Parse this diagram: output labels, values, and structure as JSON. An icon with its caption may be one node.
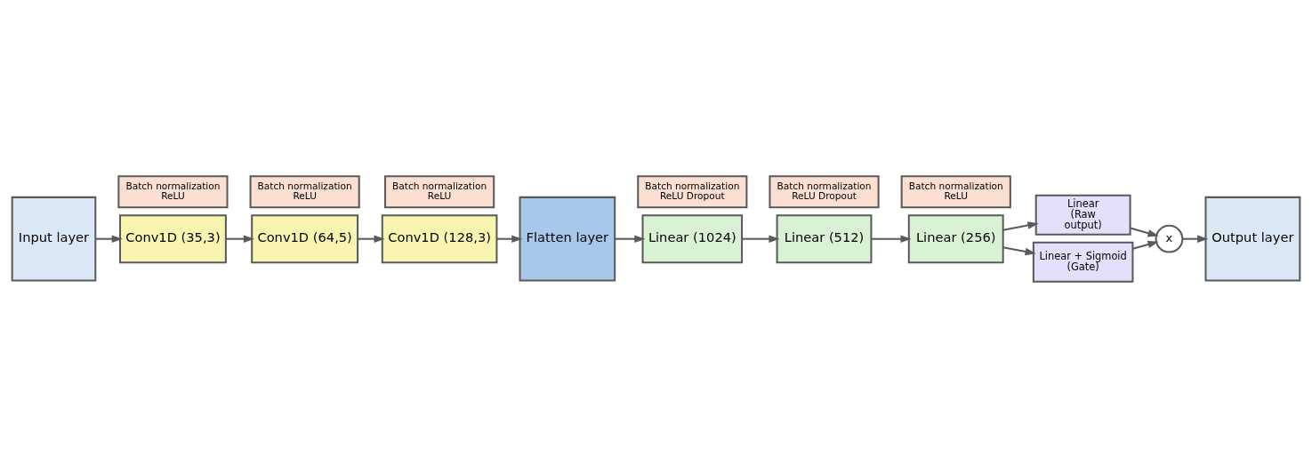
{
  "diagram": {
    "nodes": [
      {
        "text": [
          "Input layer"
        ]
      },
      {
        "text": [
          "Conv1D (35,3)"
        ]
      },
      {
        "text": [
          "Batch normalization ReLU"
        ]
      },
      {
        "text": [
          "Conv1D (64,5)"
        ]
      },
      {
        "text": [
          "Batch normalization ReLU"
        ]
      },
      {
        "text": [
          "Conv1D (128,3)"
        ]
      },
      {
        "text": [
          "Batch normalization ReLU"
        ]
      },
      {
        "text": [
          "Flatten layer"
        ]
      },
      {
        "text": [
          "Linear (1024)"
        ]
      },
      {
        "text": [
          "Batch normalization ReLU Dropout"
        ]
      },
      {
        "text": [
          "Linear (512)"
        ]
      },
      {
        "text": [
          "Batch normalization ReLU Dropout"
        ]
      },
      {
        "text": [
          "Linear (256)"
        ]
      },
      {
        "text": [
          "Batch normalization ReLU"
        ]
      },
      {
        "text": [
          "Linear (Raw output)"
        ]
      },
      {
        "text": [
          "Linear + Sigmoid (Gate)"
        ]
      },
      {
        "text": [
          "x"
        ]
      },
      {
        "text": [
          "Output layer"
        ]
      }
    ],
    "edges": [
      {
        "from": 0,
        "to": 1,
        "arrow": "to"
      },
      {
        "from": 1,
        "to": 3,
        "arrow": "to"
      },
      {
        "from": 3,
        "to": 5,
        "arrow": "to"
      },
      {
        "from": 5,
        "to": 7,
        "arrow": "to"
      },
      {
        "from": 7,
        "to": 8,
        "arrow": "to"
      },
      {
        "from": 8,
        "to": 10,
        "arrow": "to"
      },
      {
        "from": 10,
        "to": 12,
        "arrow": "to"
      },
      {
        "from": 12,
        "to": 14,
        "arrow": "to"
      },
      {
        "from": 12,
        "to": 15,
        "arrow": "to"
      },
      {
        "from": 14,
        "to": 16,
        "arrow": "to"
      },
      {
        "from": 15,
        "to": 16,
        "arrow": "to"
      },
      {
        "from": 16,
        "to": 17,
        "arrow": "to"
      }
    ]
  }
}
